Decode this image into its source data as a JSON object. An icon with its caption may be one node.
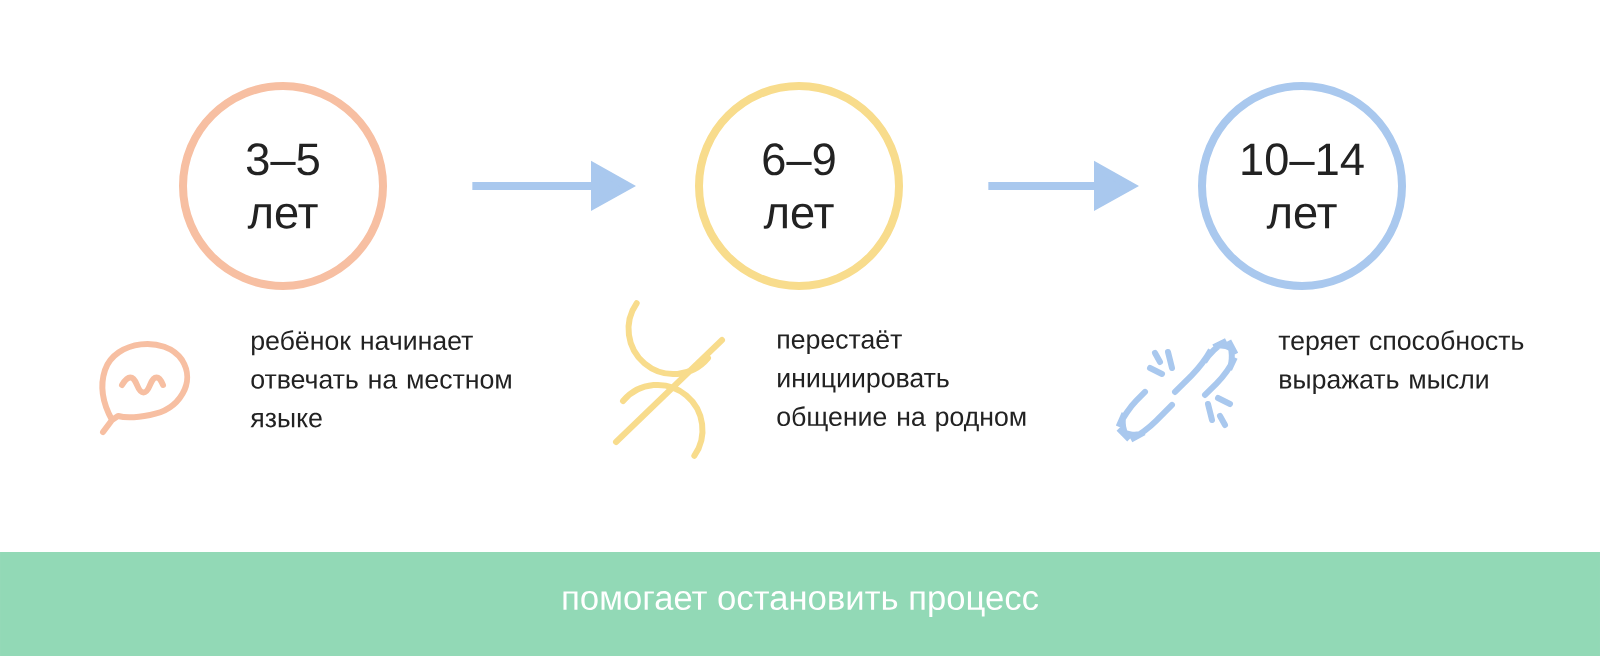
{
  "diagram": {
    "nodes": [
      {
        "text": [
          "3–5 лет"
        ]
      },
      {
        "text": [
          "6–9 лет"
        ]
      },
      {
        "text": [
          "10–14 лет"
        ]
      },
      {
        "text": [
          "помогает остановить процесс"
        ]
      }
    ],
    "edges": [
      {
        "from": 0,
        "to": 1,
        "arrow": "to"
      },
      {
        "from": 1,
        "to": 2,
        "arrow": "to"
      }
    ],
    "labels": [
      "ребёнок начинает отвечать на местном языке",
      "перестаёт инициировать общение на родном",
      "теряет способность выражать мысли"
    ]
  }
}
